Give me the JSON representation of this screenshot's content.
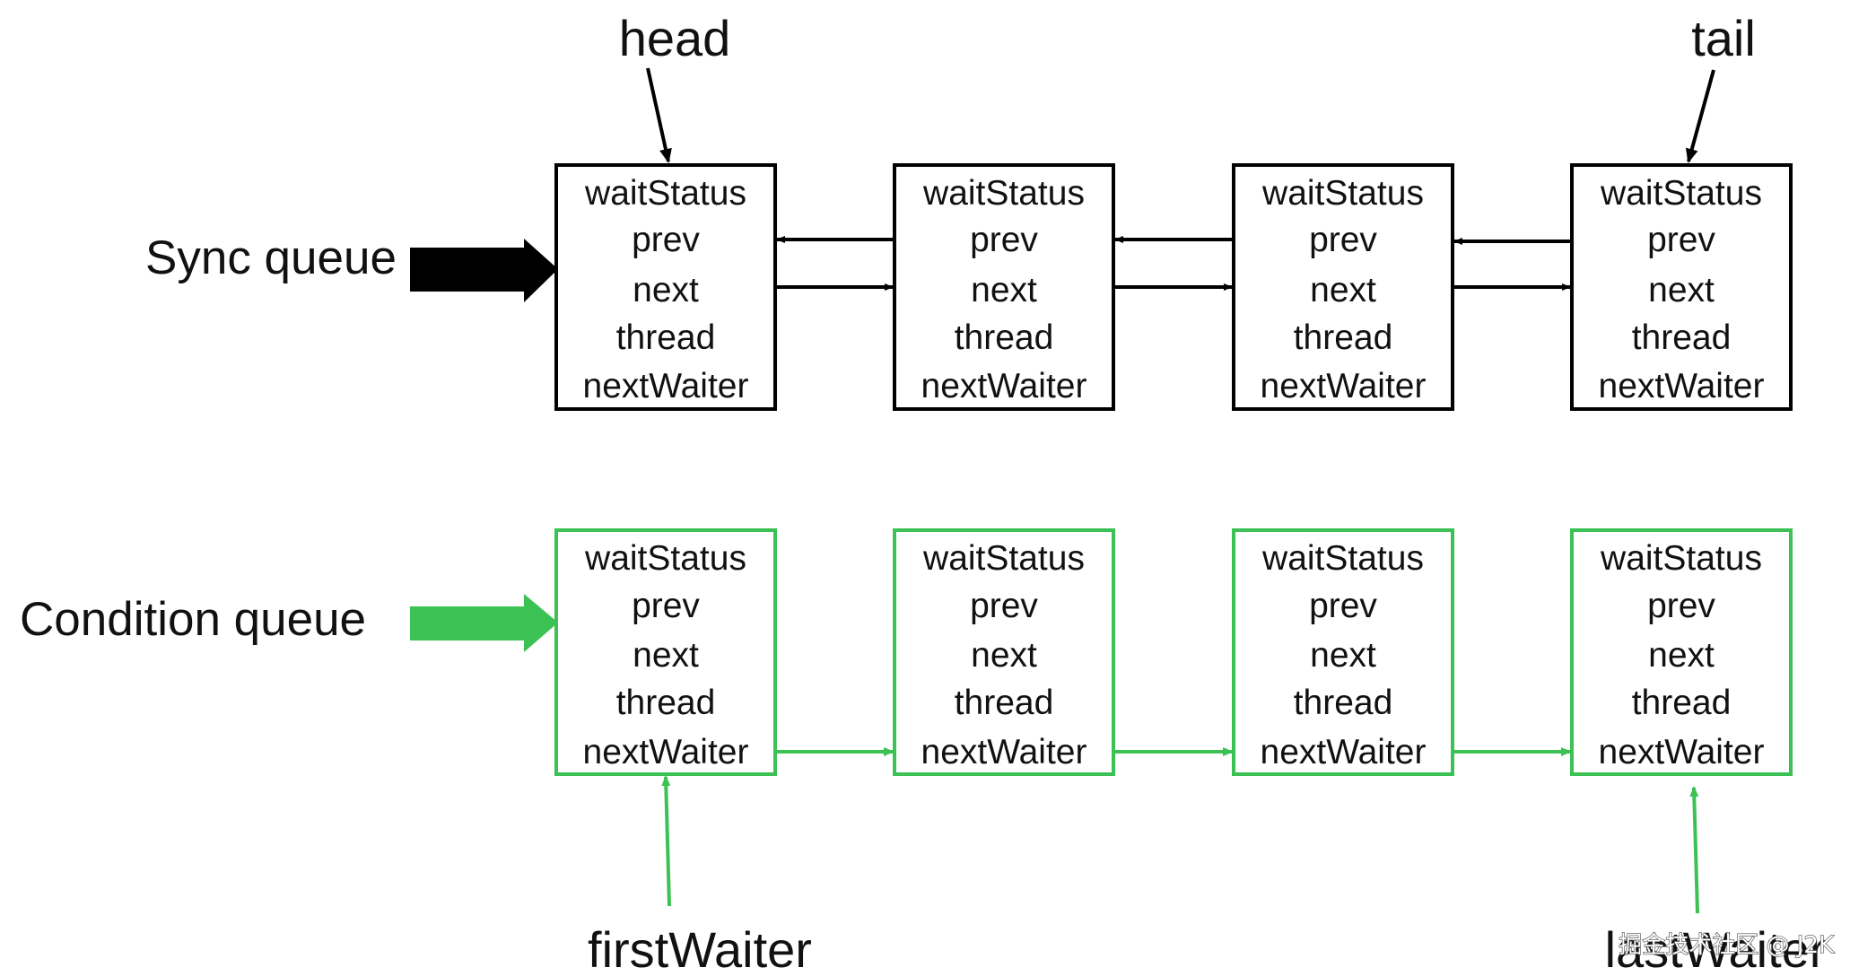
{
  "colors": {
    "sync": "#000000",
    "condition": "#3cc254",
    "text": "#111111",
    "background": "#ffffff"
  },
  "sync_queue": {
    "label": "Sync queue",
    "head_label": "head",
    "tail_label": "tail",
    "nodes": [
      {
        "fields": [
          "waitStatus",
          "prev",
          "next",
          "thread",
          "nextWaiter"
        ]
      },
      {
        "fields": [
          "waitStatus",
          "prev",
          "next",
          "thread",
          "nextWaiter"
        ]
      },
      {
        "fields": [
          "waitStatus",
          "prev",
          "next",
          "thread",
          "nextWaiter"
        ]
      },
      {
        "fields": [
          "waitStatus",
          "prev",
          "next",
          "thread",
          "nextWaiter"
        ]
      }
    ]
  },
  "condition_queue": {
    "label": "Condition queue",
    "first_label": "firstWaiter",
    "last_label": "lastWaiter",
    "nodes": [
      {
        "fields": [
          "waitStatus",
          "prev",
          "next",
          "thread",
          "nextWaiter"
        ]
      },
      {
        "fields": [
          "waitStatus",
          "prev",
          "next",
          "thread",
          "nextWaiter"
        ]
      },
      {
        "fields": [
          "waitStatus",
          "prev",
          "next",
          "thread",
          "nextWaiter"
        ]
      },
      {
        "fields": [
          "waitStatus",
          "prev",
          "next",
          "thread",
          "nextWaiter"
        ]
      }
    ]
  },
  "watermark": "掘金技术社区 @ J2K"
}
